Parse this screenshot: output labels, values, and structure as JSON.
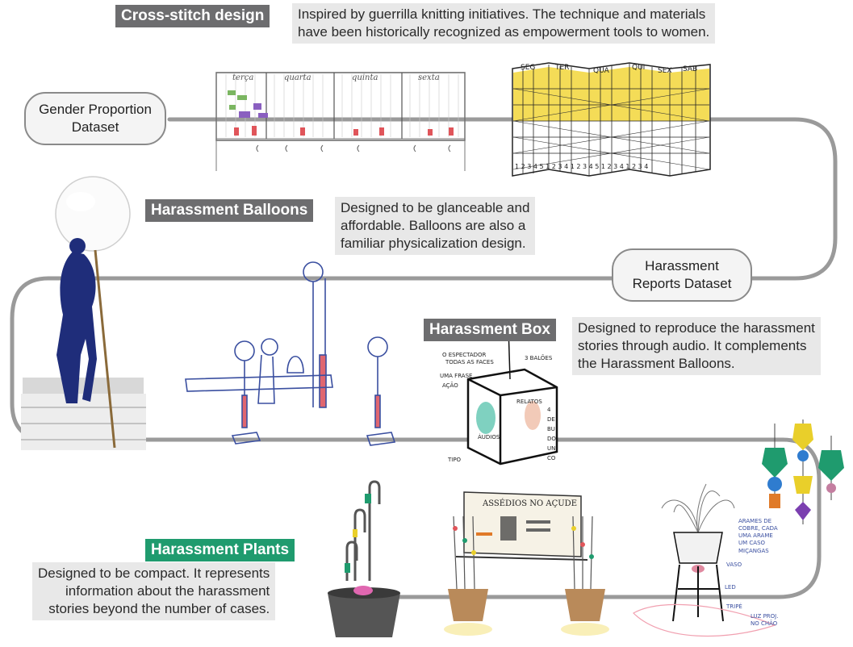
{
  "colors": {
    "tag_gray": "#6d6d6f",
    "tag_green": "#1f9b6e",
    "flow_line": "#9a9a9a",
    "description_bg": "#e8e8e8",
    "sketch_blue": "#3a4fa0",
    "yellow_grid": "#f2d63a"
  },
  "sections": {
    "cross_stitch": {
      "title": "Cross-stitch design",
      "lines": [
        "Inspired by guerrilla knitting initiatives. The technique and materials",
        "have been historically recognized as empowerment tools to women."
      ]
    },
    "balloons": {
      "title": "Harassment Balloons",
      "lines": [
        "Designed to be glanceable and",
        "affordable. Balloons are also a",
        "familiar physicalization design."
      ]
    },
    "box": {
      "title": "Harassment Box",
      "lines": [
        "Designed to reproduce the harassment",
        "stories through audio. It complements",
        "the Harassment Balloons."
      ]
    },
    "plants": {
      "title": "Harassment Plants",
      "lines": [
        "Designed to be compact. It represents",
        "information about the harassment",
        "stories beyond the number of cases."
      ]
    }
  },
  "nodes": {
    "gender": [
      "Gender Proportion",
      "Dataset"
    ],
    "reports": [
      "Harassment",
      "Reports Dataset"
    ]
  },
  "sketch_text": {
    "week_days": [
      "terça",
      "quarta",
      "quinta",
      "sexta"
    ],
    "grid_days": [
      "SEG",
      "TER",
      "QUA",
      "QUI",
      "SEX",
      "SAB"
    ],
    "grid_numbers": "1 2 3 4 5 1 2 3 4 1 2 3 4 5 1 2 3 4 1 2 3 4",
    "box_labels": [
      "O ESPECTADOR",
      "TODAS AS FACES",
      "UMA FRASE",
      "AÇÃO",
      "TIPO",
      "3 BALÕES"
    ],
    "box_side": [
      "4",
      "DE",
      "BU",
      "DO",
      "UN",
      "CO"
    ],
    "box_face": [
      "RELATOS",
      "ÁUDIOS"
    ],
    "poster_title": "ASSÉDIOS NO AÇUDE",
    "lamp_labels": [
      "ARAMES DE",
      "COBRE, CADA",
      "UMA ARAME",
      "UM CASO",
      "MIÇANGAS",
      "VASO",
      "LED",
      "TRIPÉ",
      "LUZ PROJ.",
      "NO CHÃO"
    ]
  }
}
